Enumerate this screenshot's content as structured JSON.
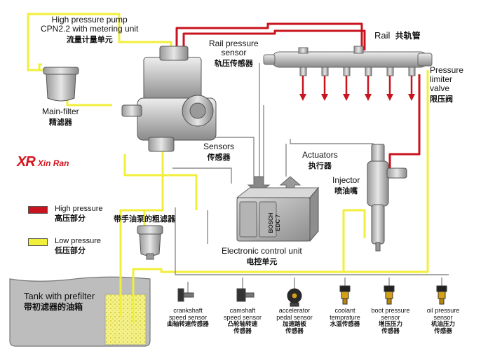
{
  "pump": {
    "title": "High pressure  pump",
    "subtitle": "CPN2.2 with metering unit",
    "cn": "流量计量单元"
  },
  "rail_pressure_sensor": {
    "en1": "Rail pressure",
    "en2": "sensor",
    "cn": "轨压传感器"
  },
  "rail": {
    "en": "Rail",
    "cn": "共轨管"
  },
  "pressure_limiter": {
    "en1": "Pressure",
    "en2": "limiter",
    "en3": "valve",
    "cn": "限压阀"
  },
  "main_filter": {
    "en": "Main-filter",
    "cn": "精滤器"
  },
  "brand": {
    "mark": "XR",
    "name": "Xin Ran"
  },
  "sensors": {
    "en": "Sensors",
    "cn": "传感器"
  },
  "actuators": {
    "en": "Actuators",
    "cn": "执行器"
  },
  "injector": {
    "en": "Injector",
    "cn": "喷油嘴"
  },
  "legend": {
    "high": {
      "en": "High pressure",
      "cn": "高压部分",
      "color": "#c8141e"
    },
    "low": {
      "en": "Low pressure",
      "cn": "低压部分",
      "color": "#f2ef3a"
    }
  },
  "hand_pump_filter": {
    "cn": "带手油泵的粗滤器"
  },
  "ecu": {
    "en": "Electronic control unit",
    "cn": "电控单元",
    "brand": "BOSCH",
    "model": "EDC 7"
  },
  "tank": {
    "en": "Tank with prefilter",
    "cn": "带初滤器的油箱"
  },
  "sensor_list": [
    {
      "en1": "crankshaft",
      "en2": "speed sensor",
      "cn": "曲轴转速传感器",
      "icon": "crankshaft-sensor-icon"
    },
    {
      "en1": "camshaft",
      "en2": "speed sensor",
      "cn1": "凸轮轴转速",
      "cn2": "传感器",
      "icon": "camshaft-sensor-icon"
    },
    {
      "en1": "accelerator",
      "en2": "pedal sensor",
      "cn1": "加速踏板",
      "cn2": "传感器",
      "icon": "pedal-sensor-icon"
    },
    {
      "en1": "coolant",
      "en2": "temprature",
      "cn": "水温传感器",
      "icon": "coolant-sensor-icon"
    },
    {
      "en1": "boot pressure",
      "en2": "sensor",
      "cn1": "增压压力",
      "cn2": "传感器",
      "icon": "boost-sensor-icon"
    },
    {
      "en1": "oil pressure",
      "en2": "sensor",
      "cn1": "机油压力",
      "cn2": "传感器",
      "icon": "oil-sensor-icon"
    }
  ],
  "colors": {
    "high": "#c8141e",
    "low": "#f2ef3a",
    "line_gray": "#8c8c8c",
    "brand_red": "#d4141c"
  }
}
